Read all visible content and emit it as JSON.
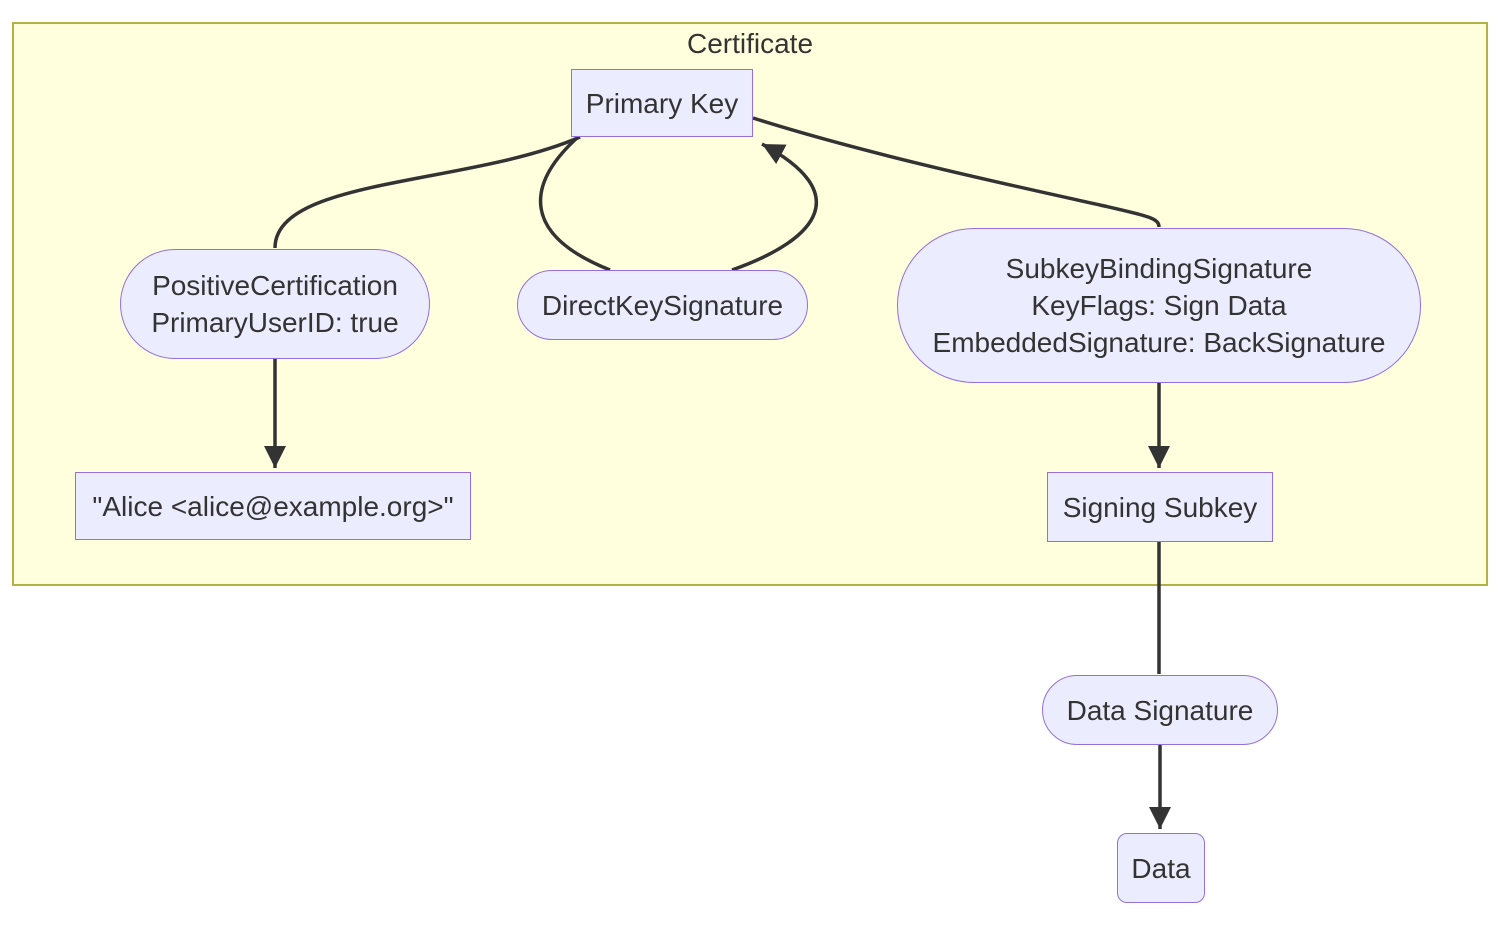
{
  "diagram": {
    "type": "flowchart",
    "cluster": {
      "label": "Certificate"
    },
    "colors": {
      "cluster_fill": "#ffffde",
      "cluster_border": "#aaaa33",
      "node_fill": "#ececff",
      "node_border": "#9370db",
      "edge": "#333333",
      "text": "#333333"
    },
    "nodes": {
      "primary_key": {
        "shape": "rect",
        "label": "Primary Key"
      },
      "positive_certification": {
        "shape": "stadium",
        "lines": [
          "PositiveCertification",
          "PrimaryUserID: true"
        ]
      },
      "direct_key_signature": {
        "shape": "stadium",
        "label": "DirectKeySignature"
      },
      "subkey_binding_signature": {
        "shape": "stadium",
        "lines": [
          "SubkeyBindingSignature",
          "KeyFlags: Sign Data",
          "EmbeddedSignature: BackSignature"
        ]
      },
      "user_id": {
        "shape": "rect",
        "label": "\"Alice <alice@example.org>\""
      },
      "signing_subkey": {
        "shape": "rect",
        "label": "Signing Subkey"
      },
      "data_signature": {
        "shape": "stadium",
        "label": "Data Signature"
      },
      "data": {
        "shape": "rounded-rect",
        "label": "Data"
      }
    },
    "edges": [
      {
        "from": "primary_key",
        "to": "positive_certification",
        "arrow": false
      },
      {
        "from": "positive_certification",
        "to": "user_id",
        "arrow": true
      },
      {
        "from": "primary_key",
        "to": "direct_key_signature",
        "arrow": false
      },
      {
        "from": "direct_key_signature",
        "to": "primary_key",
        "arrow": true
      },
      {
        "from": "primary_key",
        "to": "subkey_binding_signature",
        "arrow": false
      },
      {
        "from": "subkey_binding_signature",
        "to": "signing_subkey",
        "arrow": true
      },
      {
        "from": "signing_subkey",
        "to": "data_signature",
        "arrow": false
      },
      {
        "from": "data_signature",
        "to": "data",
        "arrow": true
      }
    ]
  }
}
